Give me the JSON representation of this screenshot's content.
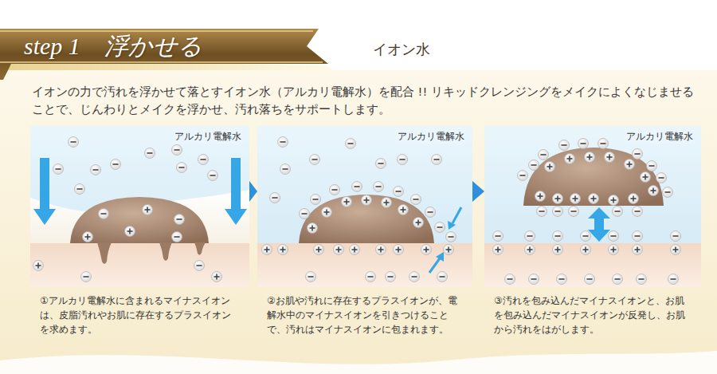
{
  "diagram": {
    "title": "step 1　浮かせる",
    "nodes": [
      {
        "text": [
          "アルカリ電解水",
          "①アルカリ電解水に含まれるマイナスイオンは、皮脂汚れやお肌に存在するプラスイオンを求めます。"
        ]
      },
      {
        "text": [
          "アルカリ電解水",
          "②お肌や汚れに存在するプラスイオンが、電解水中のマイナスイオンを引きつけることで、汚れはマイナスイオンに包まれます。"
        ]
      },
      {
        "text": [
          "アルカリ電解水",
          "③汚れを包み込んだマイナスイオンと、お肌を包み込んだマイナスイオンが反発し、お肌から汚れをはがします。"
        ]
      }
    ],
    "edges": [
      {
        "from": 0,
        "to": 1,
        "arrow": "to"
      },
      {
        "from": 1,
        "to": 2,
        "arrow": "to"
      }
    ],
    "labels": [
      "イオン水",
      "イオンの力で汚れを浮かせて落とすイオン水（アルカリ電解水）を配合 !! リキッドクレンジングをメイクによくなじませることで、じんわりとメイクを浮かせ、汚れ落ちをサポートします。"
    ]
  }
}
